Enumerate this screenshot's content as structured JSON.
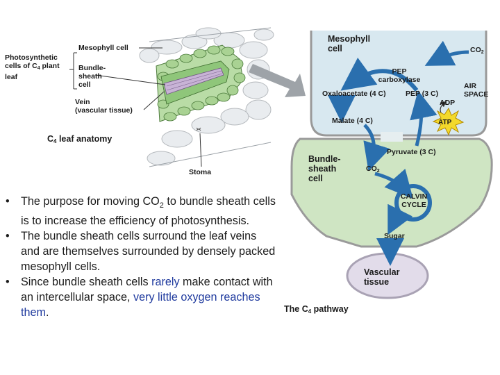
{
  "leaf_anatomy": {
    "caption_prefix": "C",
    "caption_sub": "4",
    "caption_suffix": " leaf anatomy",
    "photosynthetic_cells_line1": "Photosynthetic",
    "photosynthetic_cells_line2a": "cells of C",
    "photosynthetic_cells_line2_sub": "4",
    "photosynthetic_cells_line2b": " plant",
    "photosynthetic_cells_line3": "leaf",
    "mesophyll_cell": "Mesophyll cell",
    "bundle_sheath_line1": "Bundle-",
    "bundle_sheath_line2": "sheath",
    "bundle_sheath_line3": "cell",
    "vein_line1": "Vein",
    "vein_line2": "(vascular tissue)",
    "stoma": "Stoma"
  },
  "pathway": {
    "caption_prefix": "The C",
    "caption_sub": "4",
    "caption_suffix": " pathway",
    "mesophyll_line1": "Mesophyll",
    "mesophyll_line2": "cell",
    "co2_top": "CO",
    "co2_sub": "2",
    "pep_carboxylase_line1": "PEP",
    "pep_carboxylase_line2": "carboxylase",
    "air_space_line1": "AIR",
    "air_space_line2": "SPACE",
    "oxaloacetate": "Oxaloacetate (4 C)",
    "pep": "PEP (3 C)",
    "adp": "ADP",
    "atp": "ATP",
    "malate": "Malate (4 C)",
    "bundle_sheath_line1": "Bundle-",
    "bundle_sheath_line2": "sheath",
    "bundle_sheath_line3": "cell",
    "pyruvate": "Pyruvate (3 C)",
    "co2_inner": "CO",
    "co2_inner_sub": "2",
    "calvin_line1": "CALVIN",
    "calvin_line2": "CYCLE",
    "sugar": "Sugar",
    "vascular_line1": "Vascular",
    "vascular_line2": "tissue"
  },
  "bullets": {
    "b1_a": "The purpose for moving CO",
    "b1_sub": "2",
    "b1_b": " to bundle sheath cells is to increase the efficiency of photosynthesis.",
    "b2": "The bundle sheath cells surround the leaf veins and are themselves surrounded by densely packed mesophyll cells.",
    "b3_a": "Since bundle sheath cells ",
    "b3_rarely": "rarely",
    "b3_b": " make contact with an intercellular space, ",
    "b3_very": "very little oxygen reaches them",
    "b3_end": ".",
    "bullet_char": "•"
  },
  "colors": {
    "mesophyll_fill": "#d8e8f0",
    "bundle_fill": "#cfe5c3",
    "vascular_fill": "#e2dcea",
    "arrow_blue": "#2a6fae",
    "atp_yellow": "#f3d92b"
  }
}
